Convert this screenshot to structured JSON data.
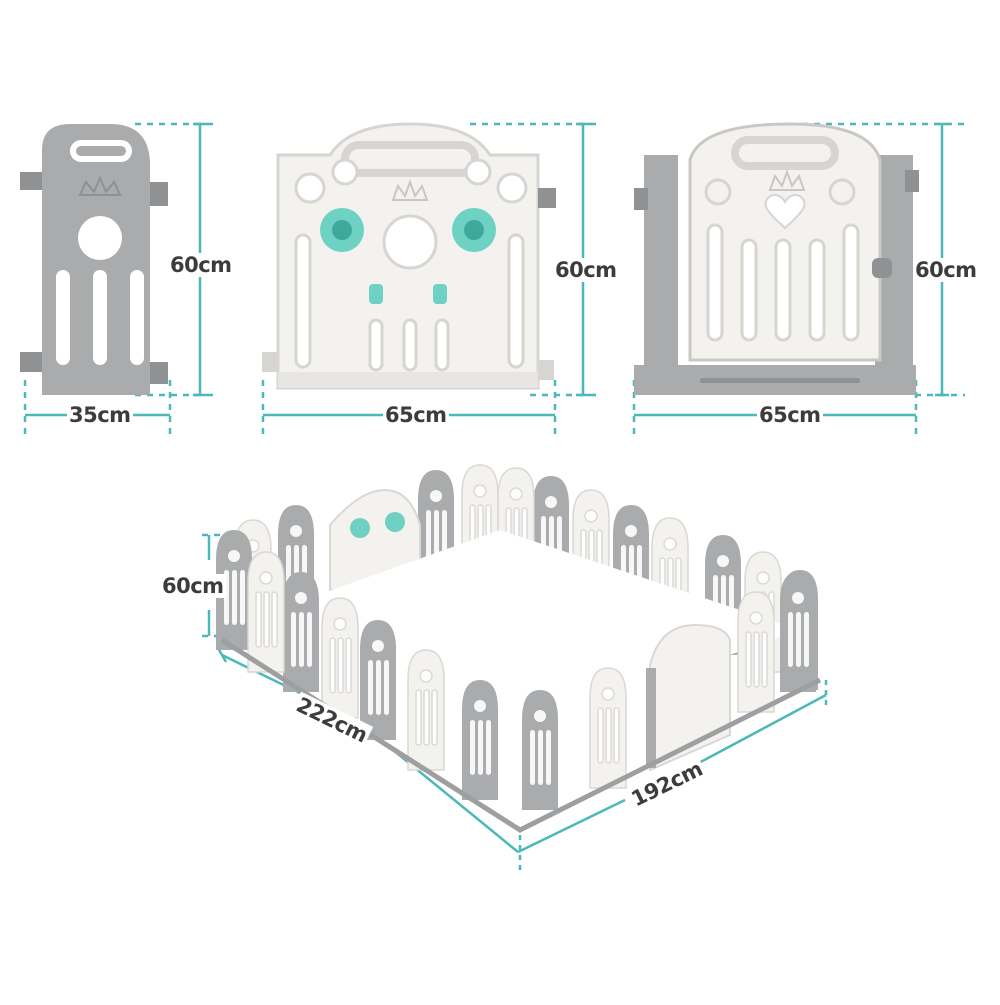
{
  "dimensions": {
    "small_panel": {
      "height": "60cm",
      "width": "35cm"
    },
    "toy_panel": {
      "height": "60cm",
      "width": "65cm"
    },
    "door_panel": {
      "height": "60cm",
      "width": "65cm"
    },
    "playpen": {
      "height": "60cm",
      "length": "222cm",
      "width": "192cm"
    }
  },
  "colors": {
    "dimension_line": "#4cb8b8",
    "panel_gray": "#a9abad",
    "panel_white": "#f3f2ef",
    "toy_mint": "#6fd1c4",
    "label_text": "#3c3c3c"
  }
}
